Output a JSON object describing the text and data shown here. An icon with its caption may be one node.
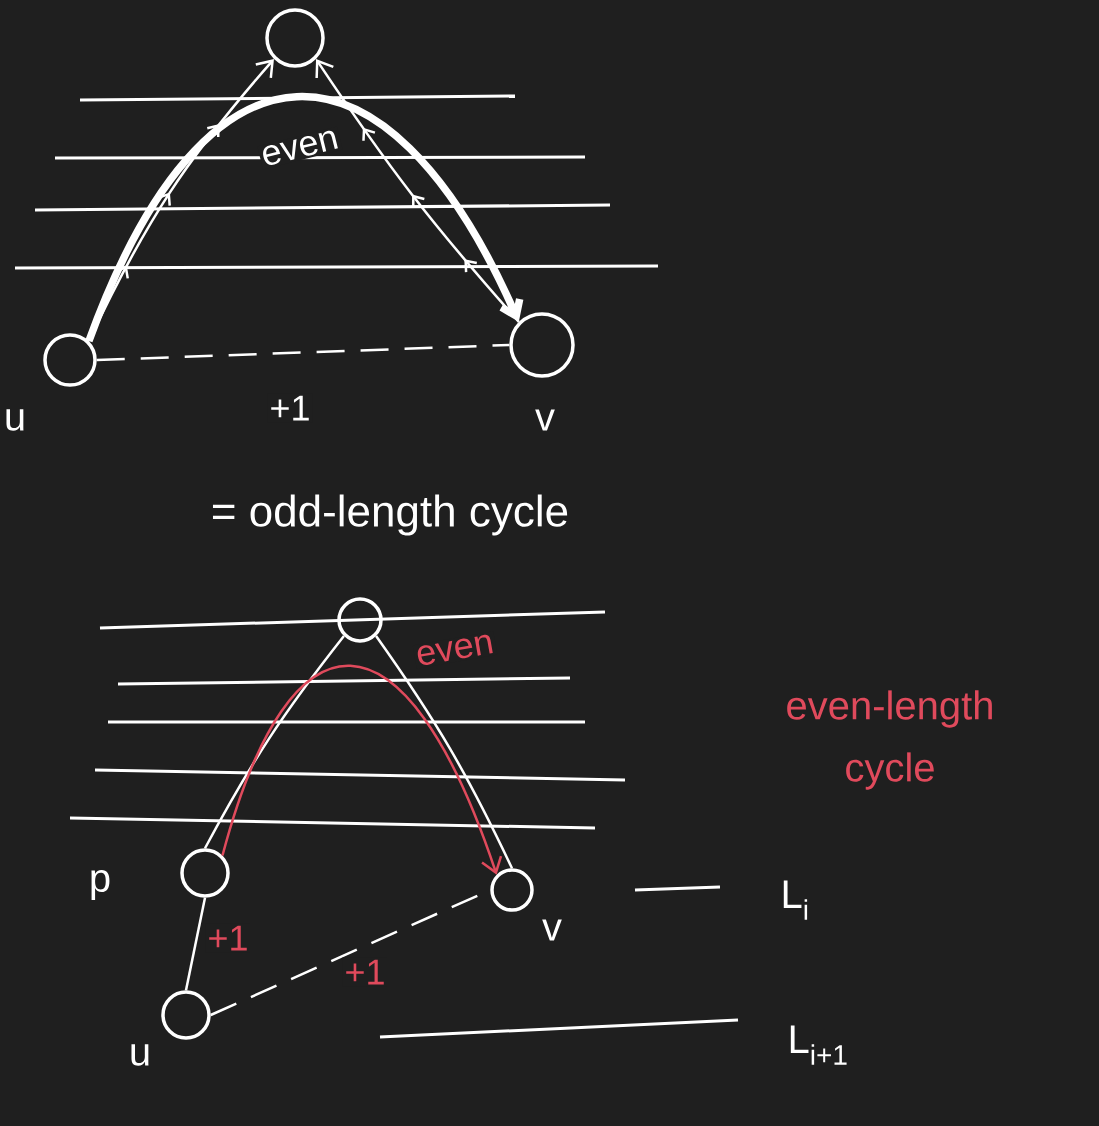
{
  "diagram": {
    "nodes": [
      {
        "text": [],
        "shape": "circle"
      },
      {
        "text": [],
        "shape": "circle",
        "beside": [
          "u"
        ]
      },
      {
        "text": [],
        "shape": "circle",
        "beside": [
          "v"
        ]
      },
      {
        "text": [],
        "shape": "circle"
      },
      {
        "text": [],
        "shape": "circle",
        "beside": [
          "p"
        ]
      },
      {
        "text": [],
        "shape": "circle",
        "beside": [
          "v"
        ]
      },
      {
        "text": [],
        "shape": "circle",
        "beside": [
          "u"
        ]
      }
    ],
    "edges": [
      {
        "from": 1,
        "to": 0,
        "arrow": "to"
      },
      {
        "from": 2,
        "to": 0,
        "arrow": "to"
      },
      {
        "from": 1,
        "to": 2,
        "arrow": "to",
        "label": "even",
        "style": "thick"
      },
      {
        "from": 1,
        "to": 2,
        "arrow": "none",
        "label": "+1",
        "style": "dashed"
      },
      {
        "from": 3,
        "to": 4,
        "arrow": "none"
      },
      {
        "from": 3,
        "to": 5,
        "arrow": "none"
      },
      {
        "from": 4,
        "to": 5,
        "arrow": "to",
        "label": "even",
        "color": "#e04a5c"
      },
      {
        "from": 4,
        "to": 6,
        "arrow": "none",
        "label": "+1"
      },
      {
        "from": 6,
        "to": 5,
        "arrow": "none",
        "label": "+1",
        "style": "dashed"
      }
    ],
    "labels": [
      "= odd-length cycle",
      "even-length cycle",
      "L$_{i}$",
      "L$_{i+1}$"
    ]
  }
}
